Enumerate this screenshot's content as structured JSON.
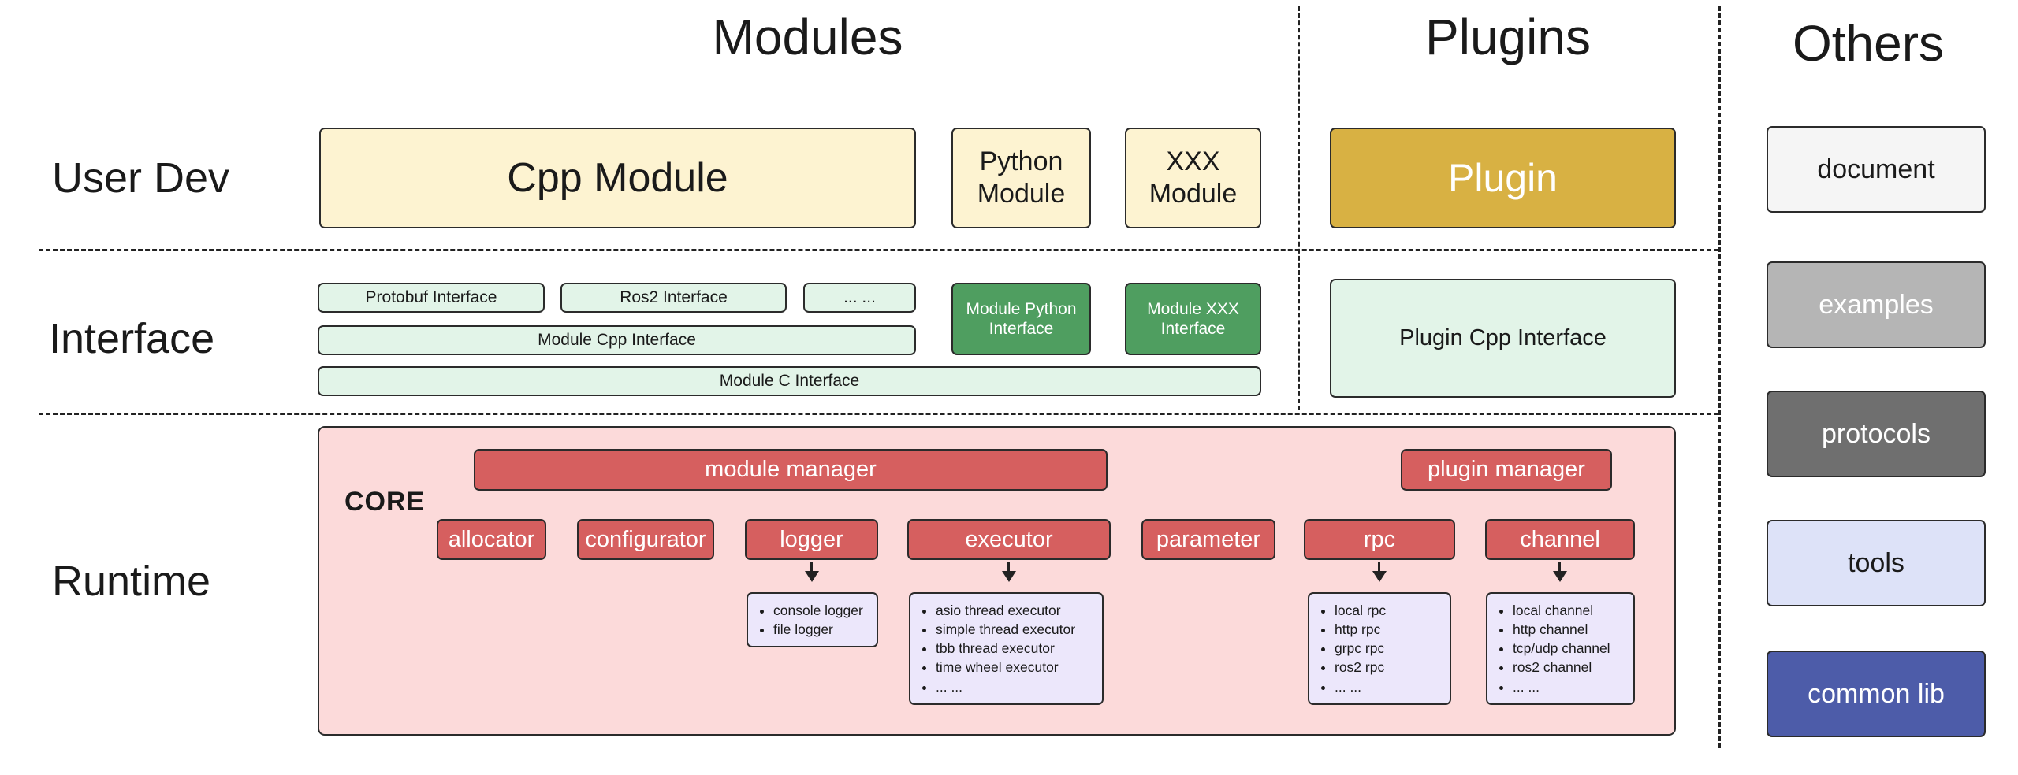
{
  "headers": {
    "modules": "Modules",
    "plugins": "Plugins",
    "others": "Others"
  },
  "row_labels": {
    "user_dev": "User Dev",
    "interface": "Interface",
    "runtime": "Runtime"
  },
  "user_dev": {
    "cpp_module": "Cpp Module",
    "python_module": "Python Module",
    "xxx_module": "XXX Module",
    "plugin": "Plugin"
  },
  "interface": {
    "protobuf_interface": "Protobuf Interface",
    "ros2_interface": "Ros2 Interface",
    "ellipsis": "... ...",
    "module_cpp_interface": "Module Cpp Interface",
    "module_c_interface": "Module C Interface",
    "module_python_interface": "Module Python Interface",
    "module_xxx_interface": "Module XXX Interface",
    "plugin_cpp_interface": "Plugin Cpp Interface"
  },
  "runtime": {
    "core_label": "CORE",
    "module_manager": "module manager",
    "plugin_manager": "plugin manager",
    "components": [
      "allocator",
      "configurator",
      "logger",
      "executor",
      "parameter",
      "rpc",
      "channel"
    ],
    "logger_items": [
      "console logger",
      "file logger"
    ],
    "executor_items": [
      "asio thread executor",
      "simple thread executor",
      "tbb thread executor",
      "time wheel executor",
      "... ..."
    ],
    "rpc_items": [
      "local rpc",
      "http rpc",
      "grpc rpc",
      "ros2 rpc",
      "... ..."
    ],
    "channel_items": [
      "local channel",
      "http channel",
      "tcp/udp channel",
      "ros2 channel",
      "... ..."
    ]
  },
  "others": {
    "items": [
      {
        "label": "document"
      },
      {
        "label": "examples"
      },
      {
        "label": "protocols"
      },
      {
        "label": "tools"
      },
      {
        "label": "common lib"
      }
    ]
  },
  "colors": {
    "cream": "#fdf3d1",
    "gold": "#d8b143",
    "light_green": "#e2f4e8",
    "dark_green": "#4f9e60",
    "core_pink": "#fcdada",
    "component_red": "#d65f5f",
    "list_lavender": "#ece7fb",
    "document_gray": "#f5f5f5",
    "examples_gray": "#b5b5b5",
    "protocols_gray": "#6f6f6f",
    "tools_periwinkle": "#dde2f8",
    "common_lib_indigo": "#4d5ca9",
    "border": "#2b2b2b"
  }
}
